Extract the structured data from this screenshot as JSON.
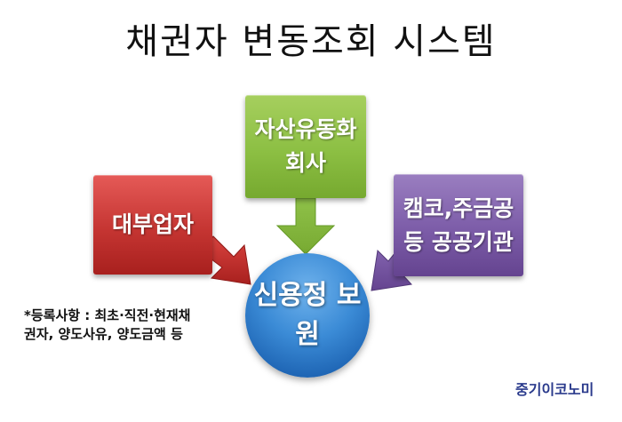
{
  "title": "채권자 변동조회 시스템",
  "boxes": {
    "lender": {
      "lines": [
        "대부업자"
      ],
      "color": "#c53532"
    },
    "abs": {
      "lines": [
        "자산유동화",
        "회사"
      ],
      "color": "#8cbf43"
    },
    "kamco": {
      "lines": [
        "캠코,주금공",
        "등 공공기관"
      ],
      "color": "#7c5ca8"
    }
  },
  "center": {
    "lines": [
      "신용정",
      "보원"
    ],
    "color": "#2f7cc9"
  },
  "note": {
    "lines": [
      "*등록사항 : 최초·직전·현재채",
      "권자, 양도사유, 양도금액 등"
    ]
  },
  "logo": "중기이코노미"
}
